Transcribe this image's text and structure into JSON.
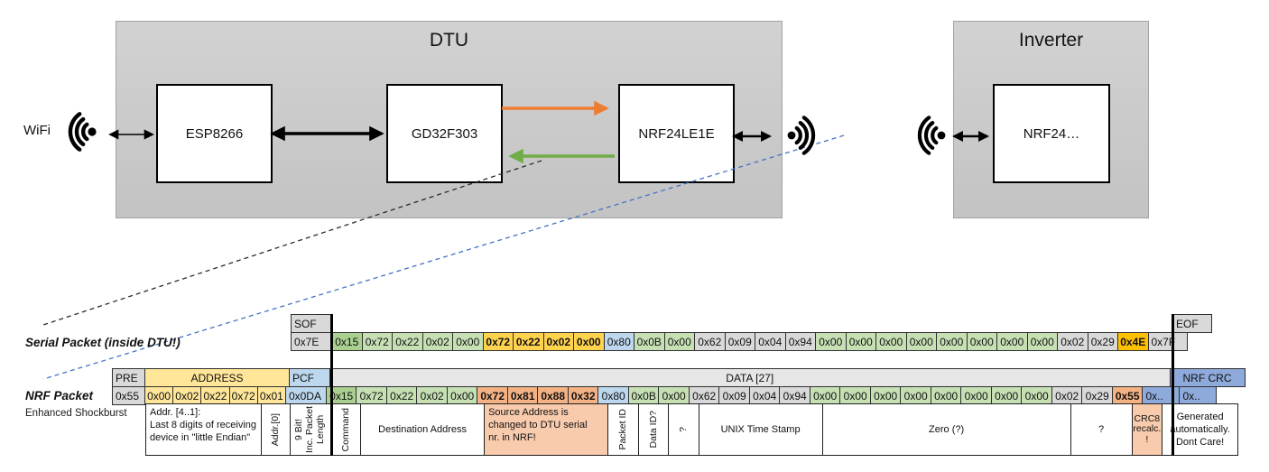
{
  "diagram": {
    "wifi_label": "WiFi",
    "dtu": {
      "title": "DTU",
      "chips": {
        "esp": "ESP8266",
        "mcu": "GD32F303",
        "radio": "NRF24LE1E"
      }
    },
    "inverter": {
      "title": "Inverter",
      "chip": "NRF24…"
    }
  },
  "serial_packet": {
    "label": "Serial Packet (inside DTU!)",
    "sof_header": "SOF",
    "sof": "0x7E",
    "eof_header": "EOF",
    "eof": "0x7F",
    "bytes": [
      {
        "v": "0x15",
        "c": "green-dark"
      },
      {
        "v": "0x72",
        "c": "green"
      },
      {
        "v": "0x22",
        "c": "green"
      },
      {
        "v": "0x02",
        "c": "green"
      },
      {
        "v": "0x00",
        "c": "green"
      },
      {
        "v": "0x72",
        "c": "gold",
        "b": true
      },
      {
        "v": "0x22",
        "c": "gold",
        "b": true
      },
      {
        "v": "0x02",
        "c": "gold",
        "b": true
      },
      {
        "v": "0x00",
        "c": "gold",
        "b": true
      },
      {
        "v": "0x80",
        "c": "blue"
      },
      {
        "v": "0x0B",
        "c": "green"
      },
      {
        "v": "0x00",
        "c": "green"
      },
      {
        "v": "0x62",
        "c": "gray"
      },
      {
        "v": "0x09",
        "c": "gray"
      },
      {
        "v": "0x04",
        "c": "gray"
      },
      {
        "v": "0x94",
        "c": "gray"
      },
      {
        "v": "0x00",
        "c": "green"
      },
      {
        "v": "0x00",
        "c": "green"
      },
      {
        "v": "0x00",
        "c": "green"
      },
      {
        "v": "0x00",
        "c": "green"
      },
      {
        "v": "0x00",
        "c": "green"
      },
      {
        "v": "0x00",
        "c": "green"
      },
      {
        "v": "0x00",
        "c": "green"
      },
      {
        "v": "0x00",
        "c": "green"
      },
      {
        "v": "0x02",
        "c": "gray"
      },
      {
        "v": "0x29",
        "c": "gray"
      },
      {
        "v": "0x4E",
        "c": "amber",
        "b": true
      }
    ]
  },
  "nrf_packet": {
    "label": "NRF Packet",
    "sublabel": "Enhanced Shockburst",
    "pre_header": "PRE",
    "pre": "0x55",
    "address_header": "ADDRESS",
    "address": [
      "0x00",
      "0x02",
      "0x22",
      "0x72",
      "0x01"
    ],
    "pcf_header": "PCF",
    "pcf": "0x0DA",
    "data_header": "DATA [27]",
    "bytes": [
      {
        "v": "0x15",
        "c": "green-dark"
      },
      {
        "v": "0x72",
        "c": "green"
      },
      {
        "v": "0x22",
        "c": "green"
      },
      {
        "v": "0x02",
        "c": "green"
      },
      {
        "v": "0x00",
        "c": "green"
      },
      {
        "v": "0x72",
        "c": "salmon",
        "b": true
      },
      {
        "v": "0x81",
        "c": "salmon",
        "b": true
      },
      {
        "v": "0x88",
        "c": "salmon",
        "b": true
      },
      {
        "v": "0x32",
        "c": "salmon",
        "b": true
      },
      {
        "v": "0x80",
        "c": "blue"
      },
      {
        "v": "0x0B",
        "c": "green"
      },
      {
        "v": "0x00",
        "c": "green"
      },
      {
        "v": "0x62",
        "c": "gray"
      },
      {
        "v": "0x09",
        "c": "gray"
      },
      {
        "v": "0x04",
        "c": "gray"
      },
      {
        "v": "0x94",
        "c": "gray"
      },
      {
        "v": "0x00",
        "c": "green"
      },
      {
        "v": "0x00",
        "c": "green"
      },
      {
        "v": "0x00",
        "c": "green"
      },
      {
        "v": "0x00",
        "c": "green"
      },
      {
        "v": "0x00",
        "c": "green"
      },
      {
        "v": "0x00",
        "c": "green"
      },
      {
        "v": "0x00",
        "c": "green"
      },
      {
        "v": "0x00",
        "c": "green"
      },
      {
        "v": "0x02",
        "c": "gray"
      },
      {
        "v": "0x29",
        "c": "gray"
      },
      {
        "v": "0x55",
        "c": "salmon",
        "b": true
      }
    ],
    "crc_header": "NRF CRC",
    "crc": [
      "0x..",
      "0x.."
    ]
  },
  "annotations": [
    {
      "text": "Addr. [4..1]:\nLast 8 digits of receiving\ndevice in \"little Endian\""
    },
    {
      "text": "Addr.[0]"
    },
    {
      "text": "9 Bit!\nInc. Packet\nLength"
    },
    {
      "text": "Command"
    },
    {
      "text": "Destination Address"
    },
    {
      "text": "Source Address is\nchanged to DTU serial\nnr. in NRF!"
    },
    {
      "text": "Packet ID"
    },
    {
      "text": "Data ID?"
    },
    {
      "text": "?"
    },
    {
      "text": "UNIX Time Stamp"
    },
    {
      "text": "Zero (?)"
    },
    {
      "text": "?"
    },
    {
      "text": "CRC8\nrecalc.\n!"
    },
    {
      "text": "Generated\nautomatically.\nDont Care!"
    }
  ],
  "colors": {
    "panel_gray": "#C9C9C9",
    "cell_gray": "#D9D9D9",
    "data_header_gray": "#E7E6E6",
    "green_dark": "#A9D08E",
    "green_light": "#C6E0B4",
    "yellow_address": "#FFE699",
    "gold_changed": "#FFD34D",
    "amber_crc": "#FFC000",
    "blue_light": "#BDD7EE",
    "blue_crc": "#8EAADB",
    "salmon": "#F4B183",
    "salmon_light": "#F8CBAD",
    "arrow_orange": "#ED7D31",
    "arrow_green": "#70AD47",
    "dashed_blue": "#4472C4"
  }
}
